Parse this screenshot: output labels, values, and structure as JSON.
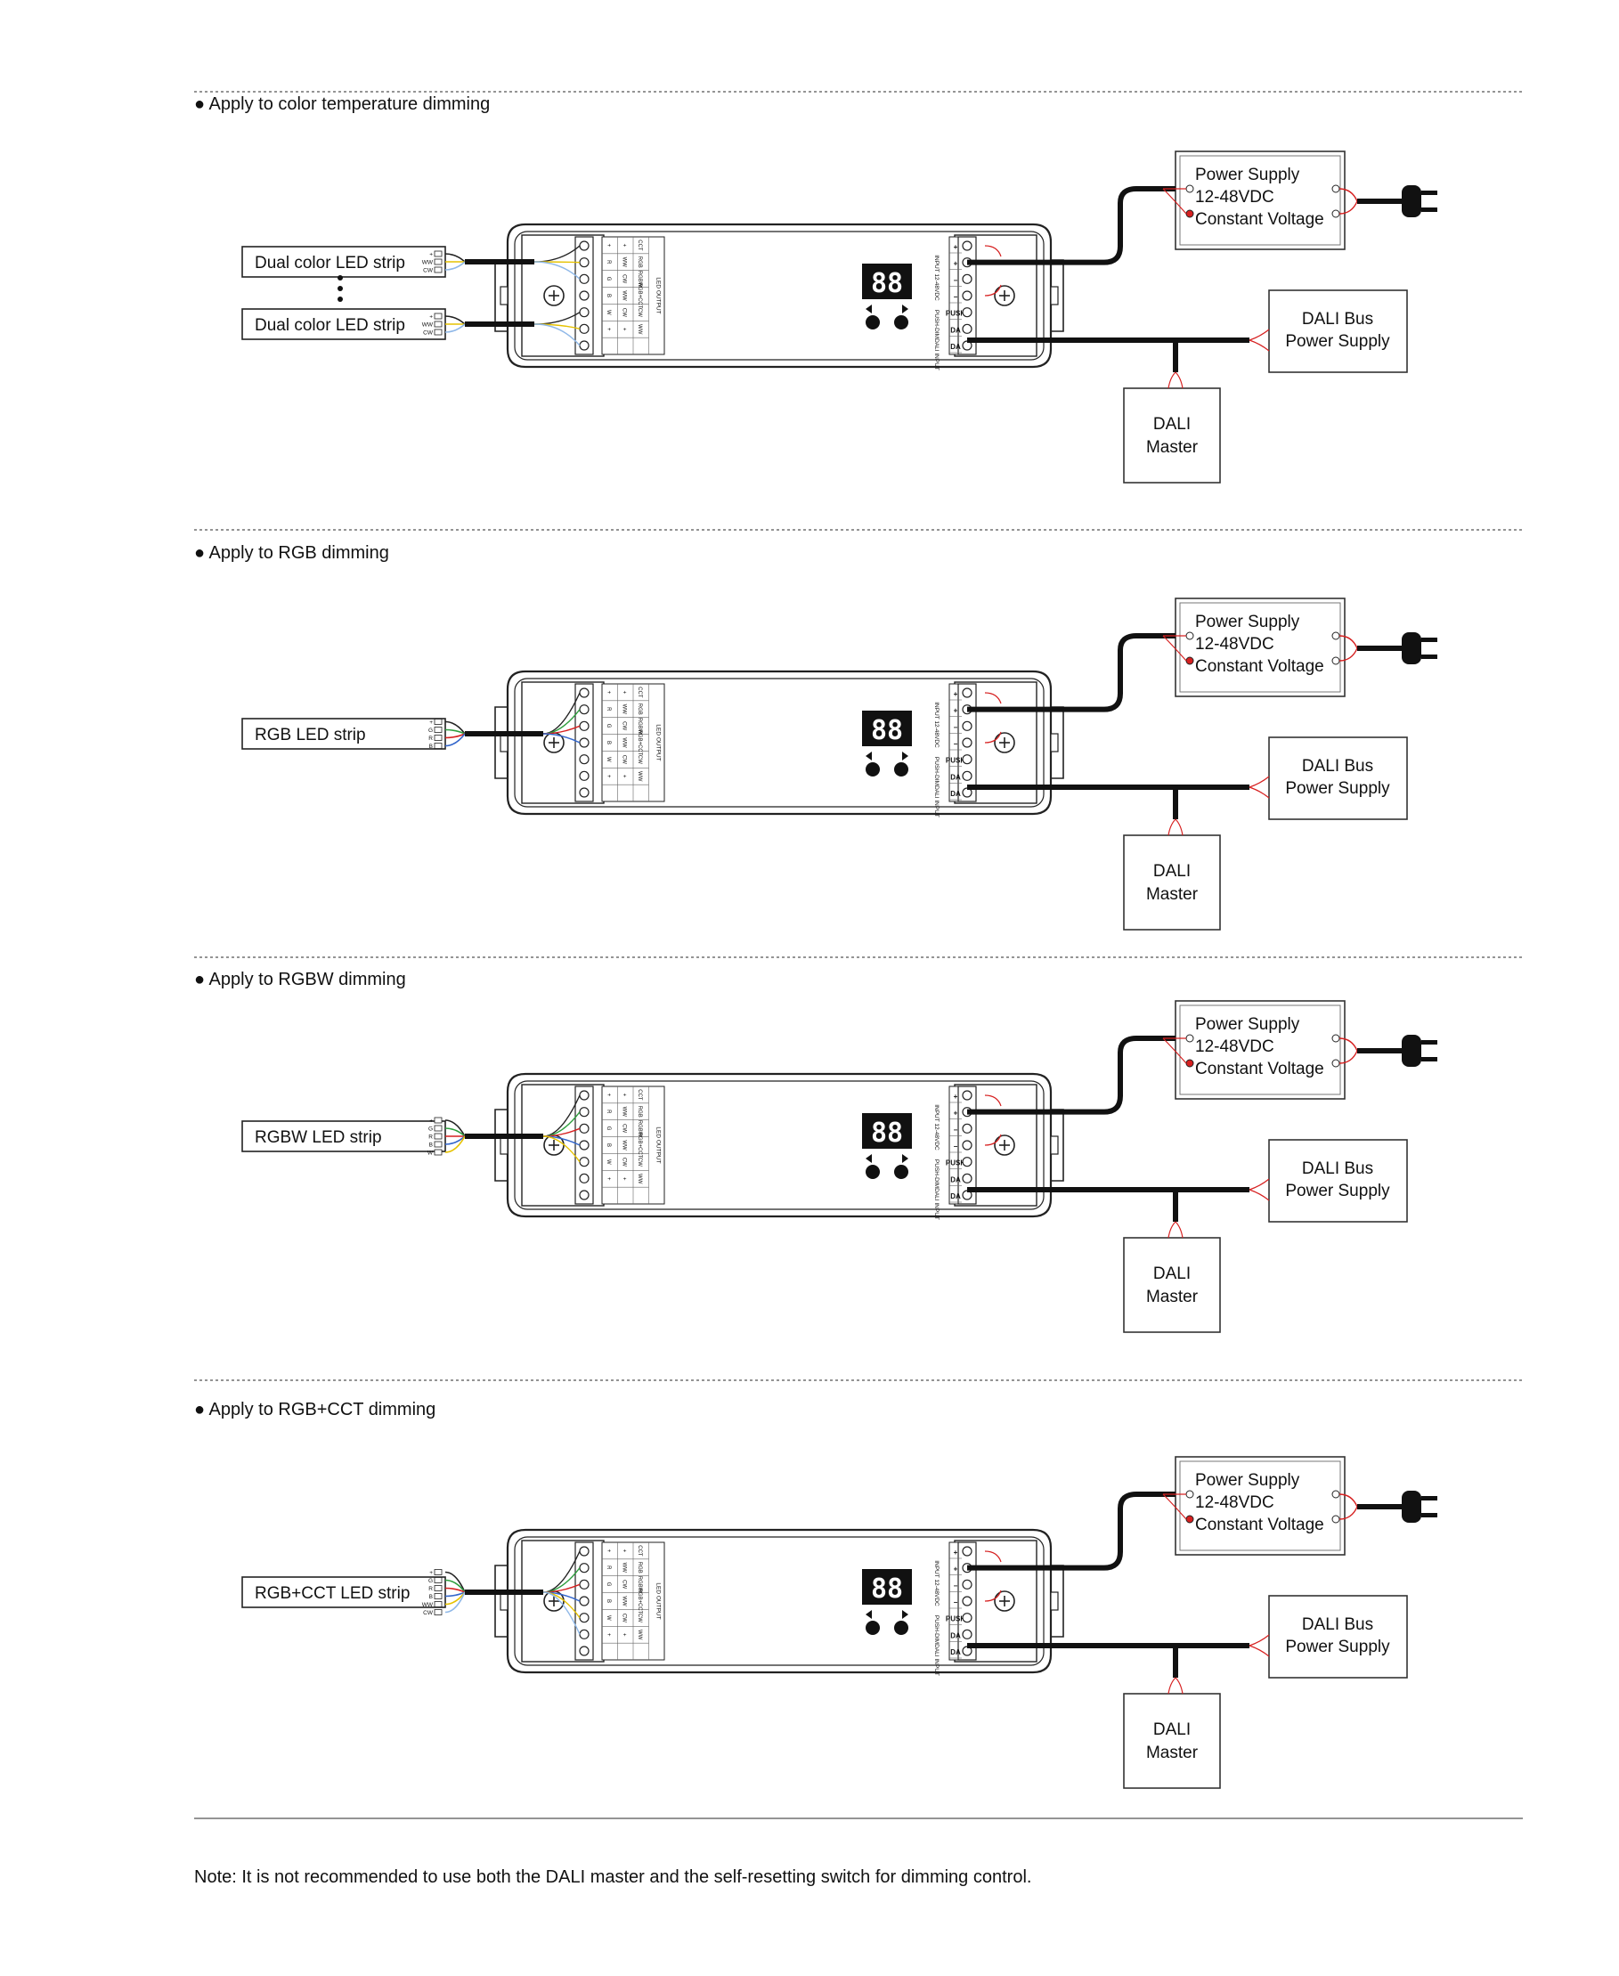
{
  "sections": [
    {
      "heading": "Apply to color temperature dimming",
      "strip_label": "Dual color LED strip",
      "second_strip_label": "Dual color LED strip",
      "strip_pins": [
        "+",
        "WW",
        "CW"
      ],
      "wires": [
        "#222222",
        "#e6c200",
        "#8fb8e8"
      ]
    },
    {
      "heading": "Apply to RGB dimming",
      "strip_label": "RGB LED strip",
      "strip_pins": [
        "+",
        "G",
        "R",
        "B"
      ],
      "wires": [
        "#222222",
        "#2e9e3e",
        "#d62020",
        "#3366cc"
      ]
    },
    {
      "heading": "Apply to RGBW dimming",
      "strip_label": "RGBW LED strip",
      "strip_pins": [
        "+",
        "G",
        "R",
        "B",
        "W"
      ],
      "wires": [
        "#222222",
        "#2e9e3e",
        "#d62020",
        "#3366cc",
        "#e6c200"
      ]
    },
    {
      "heading": "Apply to RGB+CCT dimming",
      "strip_label": "RGB+CCT LED strip",
      "strip_pins": [
        "+",
        "G",
        "R",
        "B",
        "WW",
        "CW"
      ],
      "wires": [
        "#222222",
        "#2e9e3e",
        "#d62020",
        "#3366cc",
        "#e6c200",
        "#8fb8e8"
      ]
    }
  ],
  "power_supply": {
    "line1": "Power Supply",
    "line2": "12-48VDC",
    "line3": "Constant Voltage"
  },
  "dali_bus": {
    "line1": "DALI Bus",
    "line2": "Power Supply"
  },
  "dali_master": {
    "line1": "DALI",
    "line2": "Master"
  },
  "controller": {
    "display_digits": "88",
    "output_label": "LED OUTPUT",
    "input_label": "INPUT 12-48VDC",
    "push_dim_label": "PUSH-DIM",
    "dali_input_label": "DALI INPUT",
    "input_terminals": [
      "+",
      "+",
      "−",
      "−",
      "PUSH",
      "DA",
      "DA"
    ],
    "output_columns": [
      [
        "+",
        "R",
        "G",
        "B",
        "W",
        "+"
      ],
      [
        "+",
        "WW",
        "CW",
        "WW",
        "CW",
        "+"
      ],
      [
        "CCT",
        "RGB",
        "RGBW",
        "RGB+CCT",
        "CW",
        "WW"
      ]
    ]
  },
  "colors": {
    "wire_black": "#111111",
    "wire_red": "#d62020",
    "line": "#222222"
  },
  "note": "Note: It is not recommended to use both the DALI master and the self-resetting switch for dimming control."
}
